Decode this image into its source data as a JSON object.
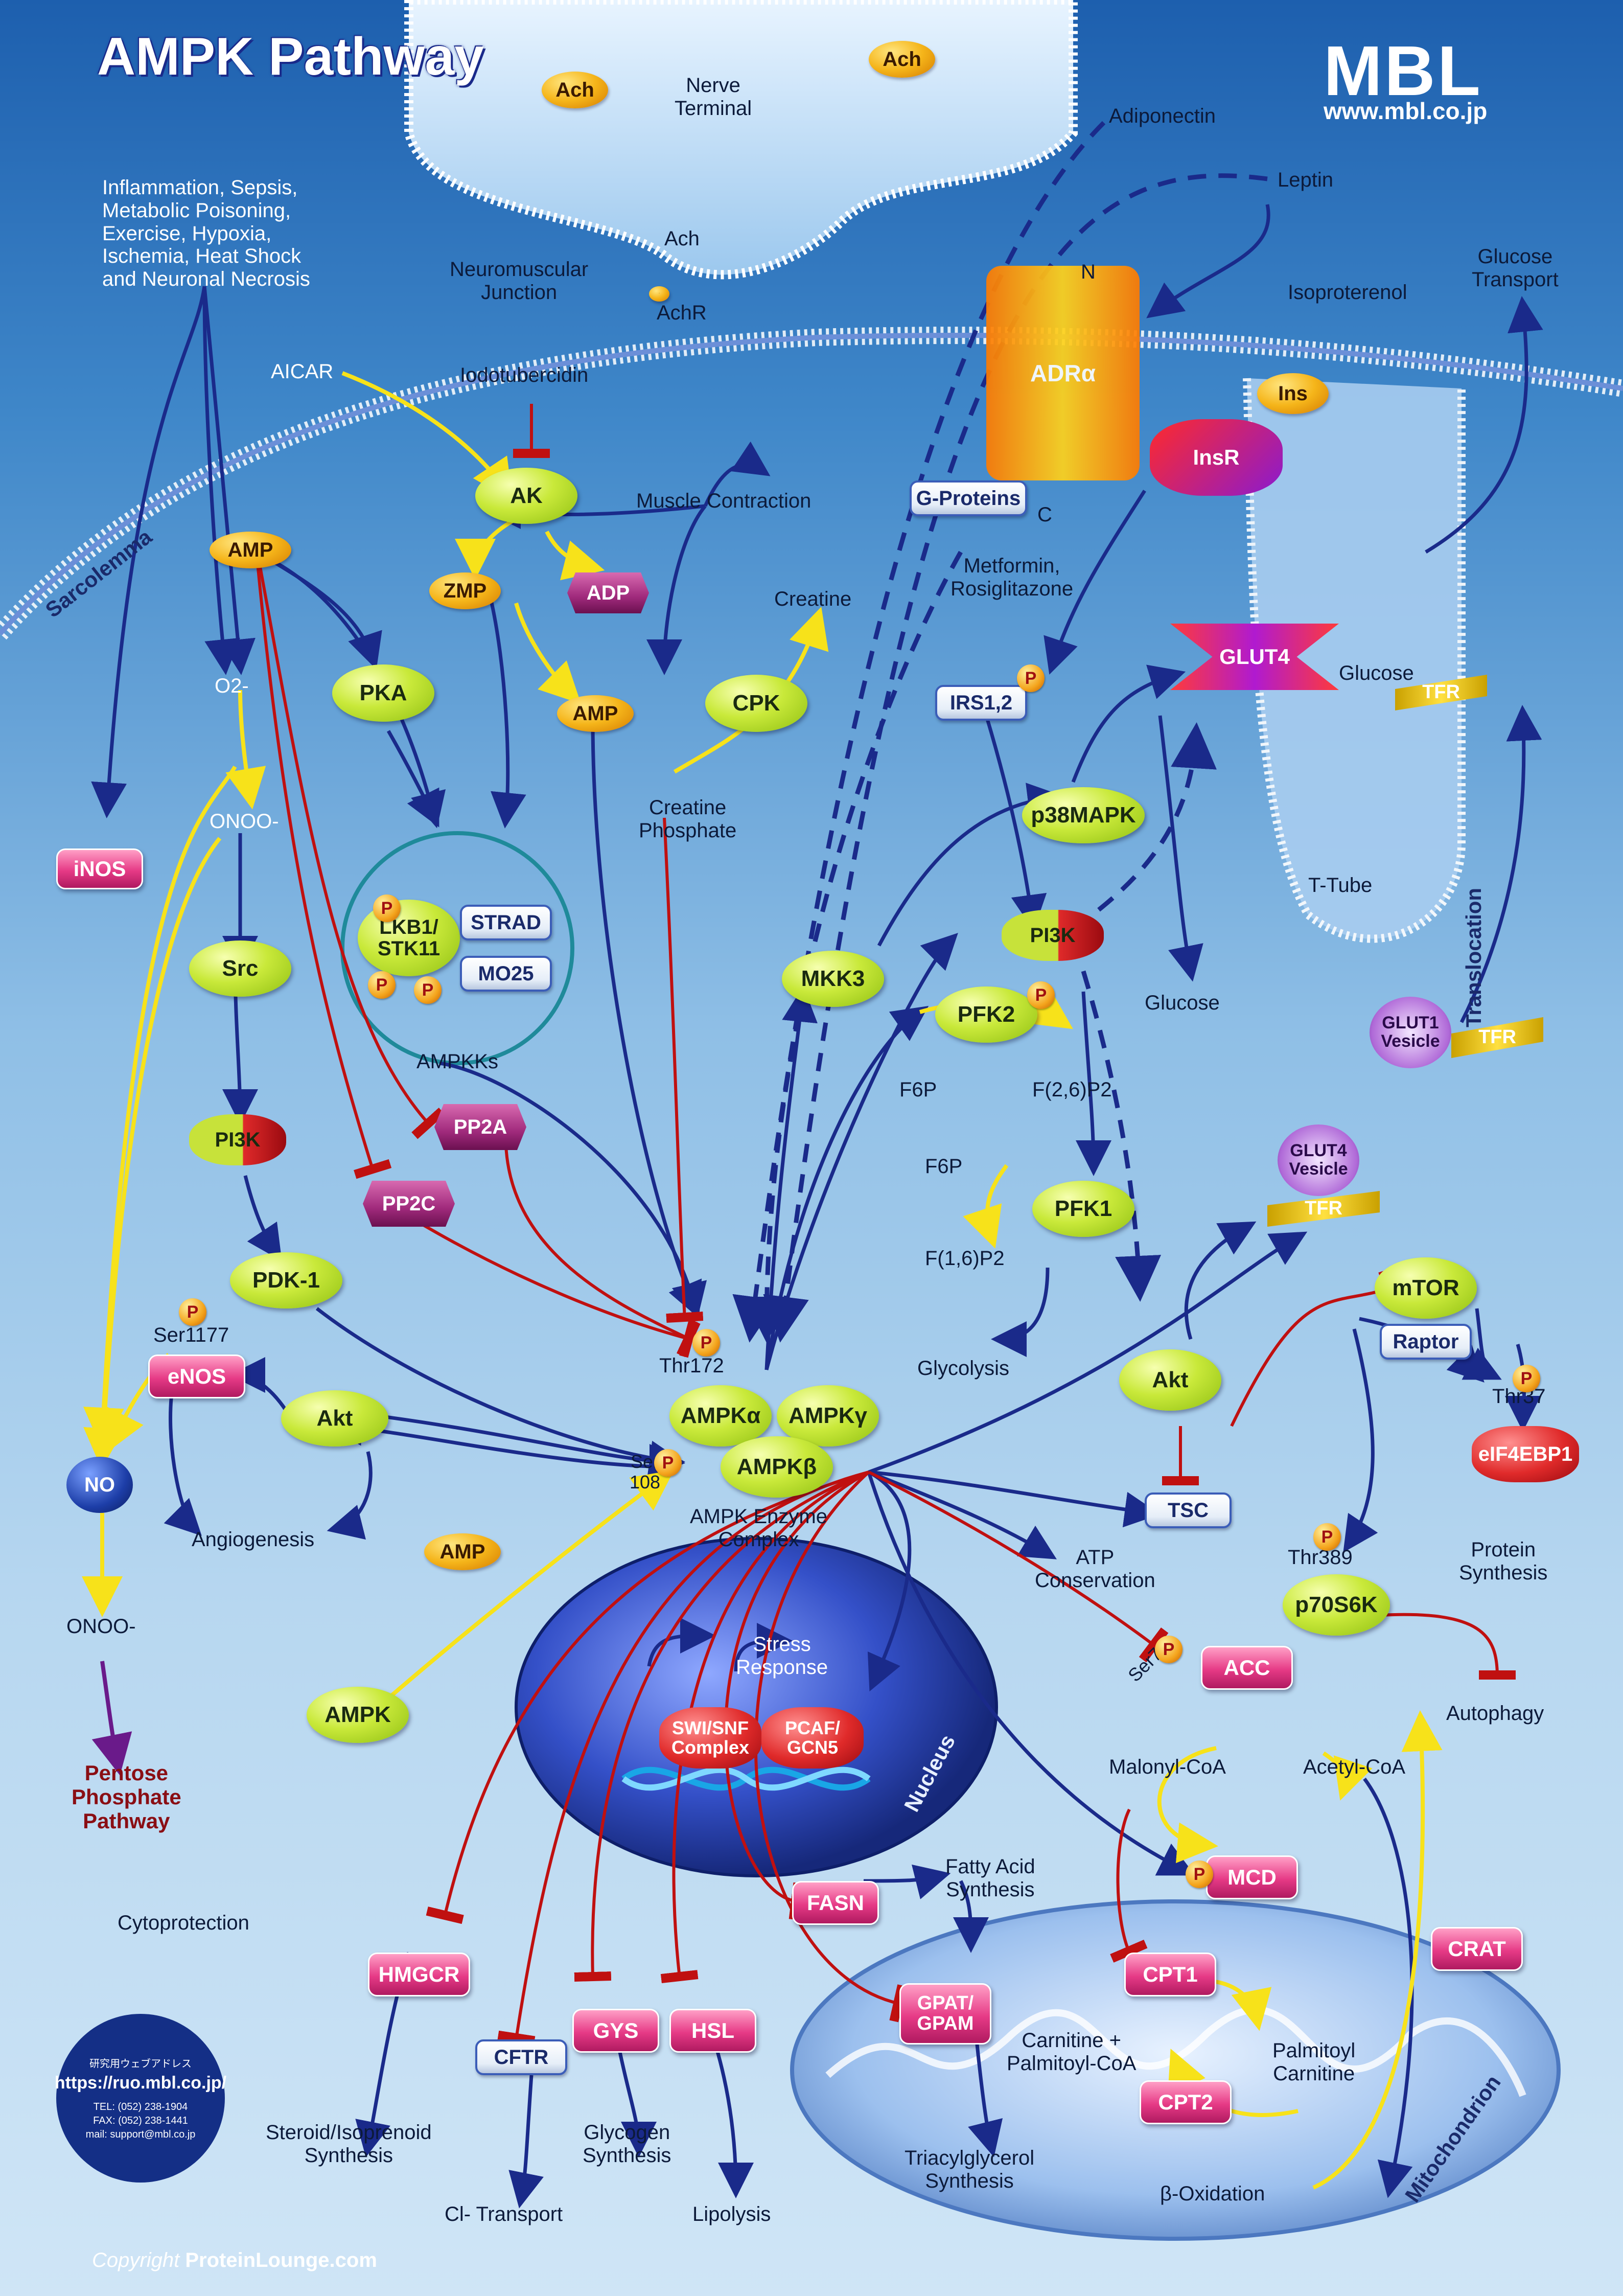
{
  "title": "AMPK Pathway",
  "brand": {
    "logo": "MBL",
    "url": "www.mbl.co.jp"
  },
  "copyright": {
    "prefix": "Copyright",
    "name": "ProteinLounge.com"
  },
  "contact": {
    "heading": "研究用ウェブアドレス",
    "site": "https://ruo.mbl.co.jp/",
    "tel": "TEL: (052) 238-1904",
    "fax": "FAX: (052) 238-1441",
    "mail": "mail: support@mbl.co.jp"
  },
  "compartments": {
    "sarcolemma": "Sarcolemma",
    "nerve_terminal": "Nerve\nTerminal",
    "nmj": "Neuromuscular\nJunction",
    "nucleus": "Nucleus",
    "mitochondrion": "Mitochondrion",
    "t_tube": "T-Tube",
    "translocation": "Translocation"
  },
  "labels": {
    "stimuli": "Inflammation, Sepsis,\nMetabolic Poisoning,\nExercise, Hypoxia,\nIschemia, Heat Shock\nand Neuronal Necrosis",
    "aicar": "AICAR",
    "iodotubercidin": "Iodotubercidin",
    "ach_top": "Ach",
    "achr": "AchR",
    "muscle_contraction": "Muscle Contraction",
    "creatine": "Creatine",
    "creatine_phosphate": "Creatine\nPhosphate",
    "adiponectin": "Adiponectin",
    "leptin": "Leptin",
    "isoproterenol": "Isoproterenol",
    "glucose_transport": "Glucose\nTransport",
    "metformin": "Metformin,\nRosiglitazone",
    "glucose1": "Glucose",
    "glucose2": "Glucose",
    "o2": "O2-",
    "onoo1": "ONOO-",
    "onoo2": "ONOO-",
    "ampkks": "AMPKKs",
    "thr172": "Thr172",
    "ser108": "Ser\n108",
    "ser1177": "Ser1177",
    "angiogenesis": "Angiogenesis",
    "ampk_complex": "AMPK Enzyme\nComplex",
    "atp_conservation": "ATP\nConservation",
    "stress_response": "Stress\nResponse",
    "f6p1": "F6P",
    "f26p2": "F(2,6)P2",
    "f6p2": "F6P",
    "f16p2": "F(1,6)P2",
    "glycolysis": "Glycolysis",
    "thr37": "Thr37",
    "thr389": "Thr389",
    "protein_synthesis": "Protein\nSynthesis",
    "autophagy": "Autophagy",
    "ser79": "Ser79",
    "malonyl_coa": "Malonyl-CoA",
    "acetyl_coa": "Acetyl-CoA",
    "fatty_acid_synthesis": "Fatty Acid\nSynthesis",
    "carnitine_palmitoyl": "Carnitine +\nPalmitoyl-CoA",
    "palmitoyl_carnitine": "Palmitoyl\nCarnitine",
    "triacylglycerol": "Triacylglycerol\nSynthesis",
    "beta_oxidation": "β-Oxidation",
    "pentose": "Pentose\nPhosphate\nPathway",
    "cytoprotection": "Cytoprotection",
    "steroid": "Steroid/Isoprenoid\nSynthesis",
    "cl_transport": "Cl- Transport",
    "glycogen_synthesis": "Glycogen\nSynthesis",
    "lipolysis": "Lipolysis"
  },
  "nodes": {
    "ach": "Ach",
    "ach2": "Ach",
    "ach3": "Ach",
    "ak": "AK",
    "zmp": "ZMP",
    "adp": "ADP",
    "amp1": "AMP",
    "amp2": "AMP",
    "amp3": "AMP",
    "pka": "PKA",
    "cpk": "CPK",
    "adra": "ADRα",
    "g_proteins": "G-Proteins",
    "n_term": "N",
    "c_term": "C",
    "ins": "Ins",
    "insr": "InsR",
    "irs": "IRS1,2",
    "glut4": "GLUT4",
    "p38": "p38MAPK",
    "tfr1": "TFR",
    "tfr2": "TFR",
    "tfr3": "TFR",
    "glut1_vesicle": "GLUT1\nVesicle",
    "glut4_vesicle": "GLUT4\nVesicle",
    "inos": "iNOS",
    "src": "Src",
    "pi3k_left": "PI3K",
    "pdk1": "PDK-1",
    "enos": "eNOS",
    "no": "NO",
    "akt_left": "Akt",
    "lkb1": "LKB1/\nSTK11",
    "strad": "STRAD",
    "mo25": "MO25",
    "pp2a": "PP2A",
    "pp2c": "PP2C",
    "mkk3": "MKK3",
    "pi3k_right": "PI3K",
    "pfk2": "PFK2",
    "pfk1": "PFK1",
    "ampk_a": "AMPKα",
    "ampk_g": "AMPKγ",
    "ampk_b": "AMPKβ",
    "akt_right": "Akt",
    "tsc": "TSC",
    "mtor": "mTOR",
    "raptor": "Raptor",
    "eif4ebp1": "eIF4EBP1",
    "p70s6k": "p70S6K",
    "acc": "ACC",
    "mcd": "MCD",
    "crat": "CRAT",
    "cpt1": "CPT1",
    "cpt2": "CPT2",
    "fasn": "FASN",
    "gpat": "GPAT/\nGPAM",
    "hmgcr": "HMGCR",
    "cftr": "CFTR",
    "gys": "GYS",
    "hsl": "HSL",
    "ampk_left": "AMPK",
    "swi": "SWI/SNF\nComplex",
    "pcaf": "PCAF/\nGCN5"
  },
  "phospho": "P"
}
